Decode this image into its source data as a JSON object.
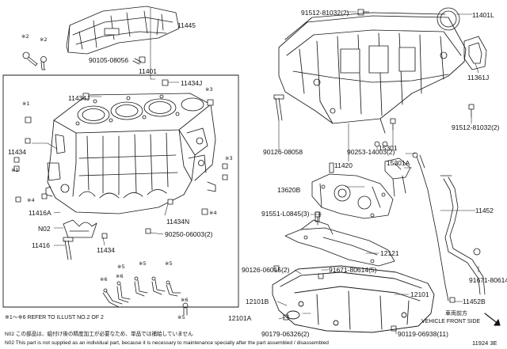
{
  "diagram_id": "11924 3E",
  "parts": [
    "11445",
    "90105-08056",
    "11401",
    "11434J",
    "11434J",
    "11434",
    "11416A",
    "N02",
    "11416",
    "11434",
    "11434N",
    "90250-06003(2)",
    "91512-81032(2)",
    "11401L",
    "11361J",
    "91512-81032(2)",
    "90126-08058",
    "90253-14003(2)",
    "11420",
    "15301",
    "15301A",
    "13620B",
    "91551-L0845(3)",
    "11452",
    "12121",
    "90126-06015(2)",
    "91671-80614(5)",
    "12101",
    "91671-80614",
    "12101B",
    "12101A",
    "90179-06326(2)",
    "90119-06938(11)",
    "11452B"
  ],
  "markers": {
    "m1": "※1",
    "m2": "※2",
    "m3": "※3",
    "m4": "※4",
    "m5": "※5",
    "m6": "※6"
  },
  "direction": {
    "line1": "車両前方",
    "line2": "VEHICLE FRONT SIDE"
  },
  "notes": {
    "refer": "※1～※6 REFER TO ILLUST NO.2 OF 2",
    "jp": "N02 この部品は、組付け後の精度加工が必要なため、単品では補給していません",
    "en": "N02 This part is not supplied as an individual part, because it is necessary to maintenance specially after the part assembled / disassembled"
  },
  "icons": [
    "arrow-icon"
  ]
}
